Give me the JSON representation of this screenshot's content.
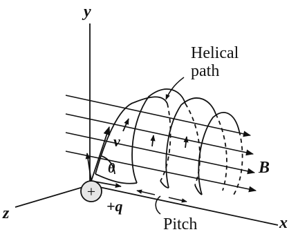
{
  "labels": {
    "y_axis": "y",
    "x_axis": "x",
    "z_axis": "z",
    "helical_line1": "Helical",
    "helical_line2": "path",
    "velocity": "v",
    "angle": "θ",
    "field": "B",
    "charge": "+q",
    "charge_symbol": "+",
    "pitch": "Pitch"
  },
  "colors": {
    "ink": "#111111",
    "background": "#ffffff",
    "particle_fill": "#e6e6e6"
  }
}
